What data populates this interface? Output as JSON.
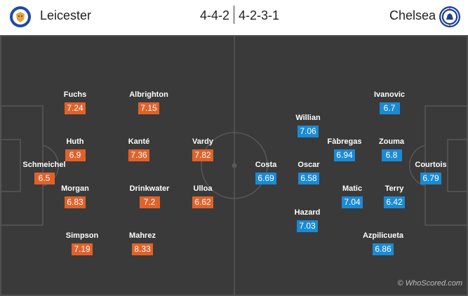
{
  "colors": {
    "home_rating": "#e0622a",
    "away_rating": "#1b8ad4",
    "pitch": "#3a3a3a"
  },
  "header": {
    "home_team": "Leicester",
    "away_team": "Chelsea",
    "home_formation": "4-4-2",
    "away_formation": "4-2-3-1",
    "home_crest_icon": "leicester-fox-crest-icon",
    "away_crest_icon": "chelsea-lion-crest-icon"
  },
  "home_players": [
    {
      "name": "Schmeichel",
      "rating": "6.5"
    },
    {
      "name": "Fuchs",
      "rating": "7.24"
    },
    {
      "name": "Huth",
      "rating": "6.9"
    },
    {
      "name": "Morgan",
      "rating": "6.83"
    },
    {
      "name": "Simpson",
      "rating": "7.19"
    },
    {
      "name": "Albrighton",
      "rating": "7.15"
    },
    {
      "name": "Kanté",
      "rating": "7.36"
    },
    {
      "name": "Drinkwater",
      "rating": "7.2"
    },
    {
      "name": "Mahrez",
      "rating": "8.33"
    },
    {
      "name": "Vardy",
      "rating": "7.82"
    },
    {
      "name": "Ulloa",
      "rating": "6.62"
    }
  ],
  "away_players": [
    {
      "name": "Costa",
      "rating": "6.69"
    },
    {
      "name": "Willian",
      "rating": "7.06"
    },
    {
      "name": "Oscar",
      "rating": "6.58"
    },
    {
      "name": "Hazard",
      "rating": "7.03"
    },
    {
      "name": "Fàbregas",
      "rating": "6.94"
    },
    {
      "name": "Matic",
      "rating": "7.04"
    },
    {
      "name": "Ivanovic",
      "rating": "6.7"
    },
    {
      "name": "Zouma",
      "rating": "6.8"
    },
    {
      "name": "Terry",
      "rating": "6.42"
    },
    {
      "name": "Azpilicueta",
      "rating": "6.86"
    },
    {
      "name": "Courtois",
      "rating": "6.79"
    }
  ],
  "watermark": "© WhoScored.com"
}
